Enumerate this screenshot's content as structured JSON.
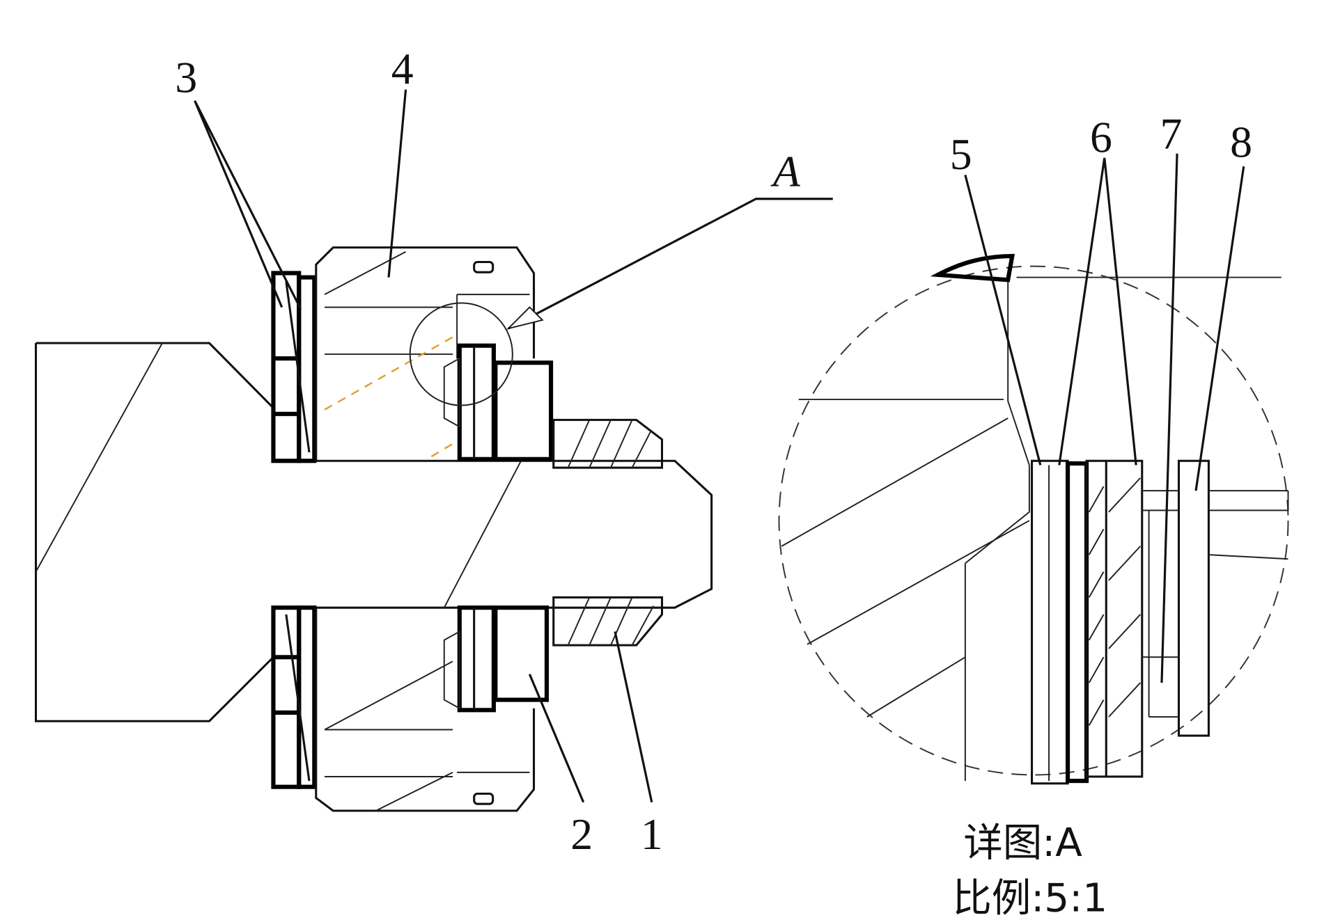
{
  "main_view": {
    "part_labels": [
      "1",
      "2",
      "3",
      "4"
    ],
    "detail_marker": "A"
  },
  "detail_view": {
    "part_labels": [
      "5",
      "6",
      "7",
      "8"
    ],
    "caption_title": "详图:A",
    "caption_scale": "比例:5:1"
  },
  "colors": {
    "line": "#111111",
    "accent_dash": "#e0a030"
  }
}
